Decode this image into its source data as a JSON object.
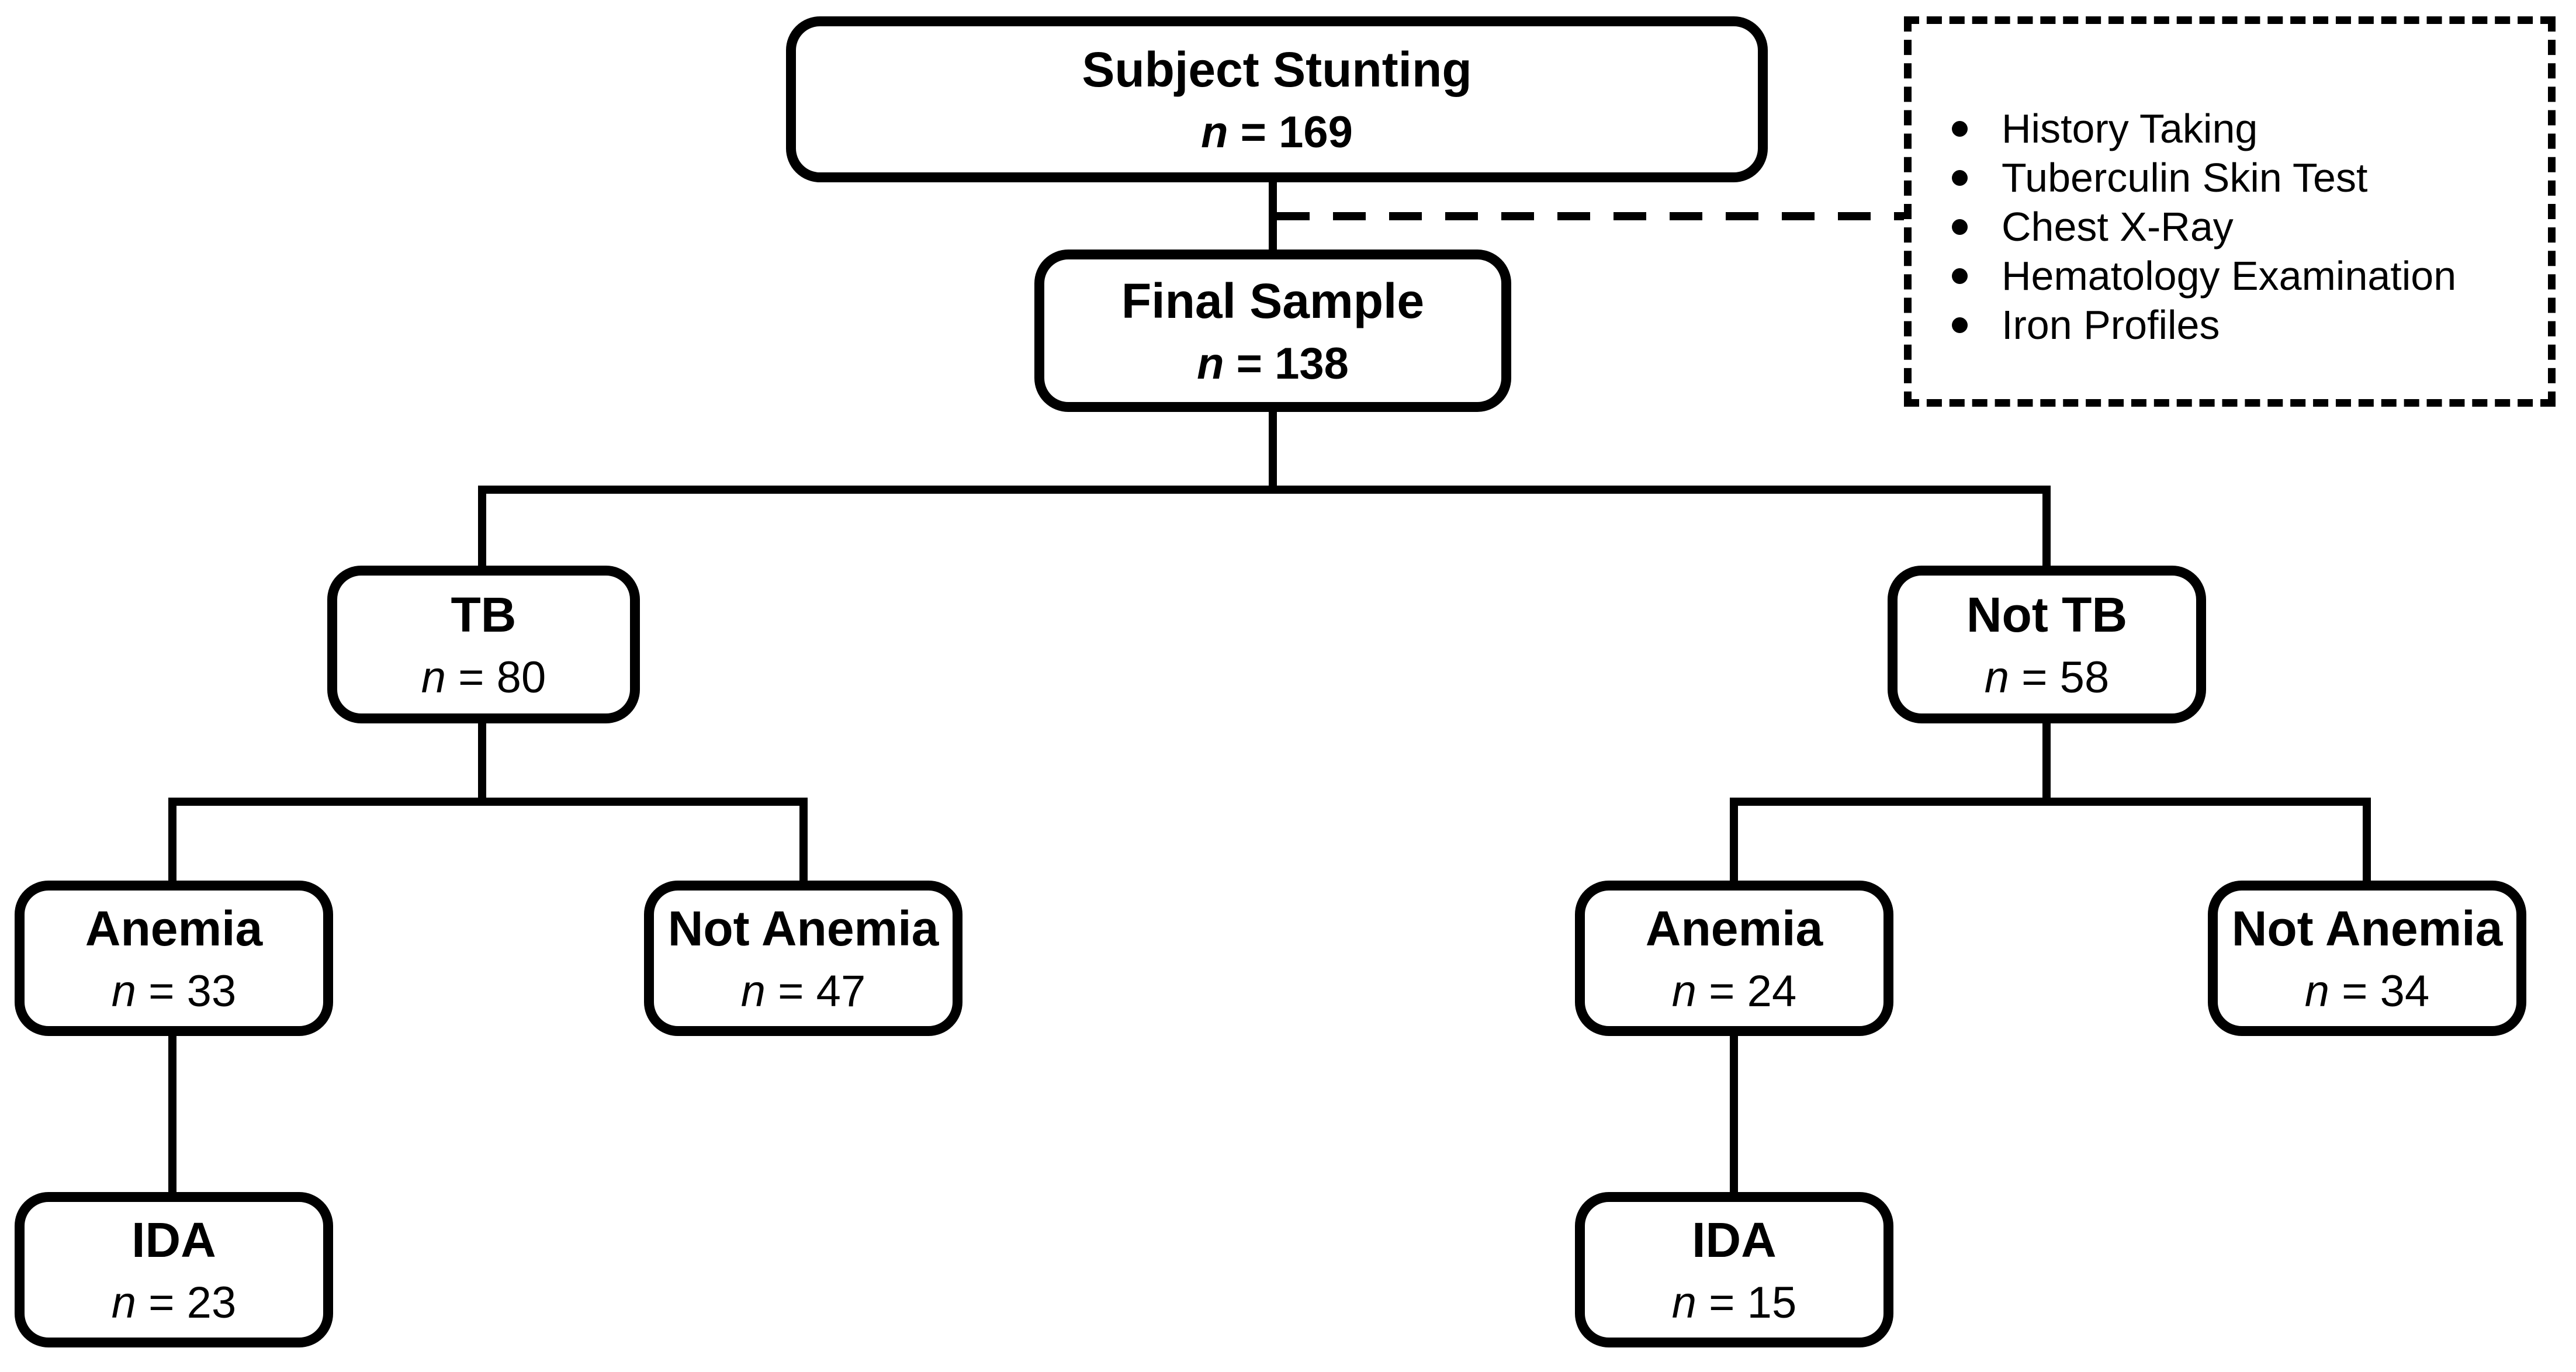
{
  "diagram": {
    "type": "study-flowchart",
    "colors": {
      "line": "#000000",
      "background": "#ffffff",
      "text": "#000000"
    },
    "nodes": [
      {
        "id": "subject-stunting",
        "title": "Subject Stunting",
        "n_var": "n",
        "n_rest": " = 169"
      },
      {
        "id": "final-sample",
        "title": "Final Sample",
        "n_var": "n",
        "n_rest": " = 138"
      },
      {
        "id": "tb",
        "title": "TB",
        "n_var": "n",
        "n_rest": " = 80"
      },
      {
        "id": "not-tb",
        "title": "Not TB",
        "n_var": "n",
        "n_rest": " = 58"
      },
      {
        "id": "anemia-tb",
        "title": "Anemia",
        "n_var": "n",
        "n_rest": " = 33"
      },
      {
        "id": "not-anemia-tb",
        "title": "Not Anemia",
        "n_var": "n",
        "n_rest": " = 47"
      },
      {
        "id": "anemia-not-tb",
        "title": "Anemia",
        "n_var": "n",
        "n_rest": " = 24"
      },
      {
        "id": "not-anemia-not-tb",
        "title": "Not Anemia",
        "n_var": "n",
        "n_rest": " = 34"
      },
      {
        "id": "ida-tb",
        "title": "IDA",
        "n_var": "n",
        "n_rest": " = 23"
      },
      {
        "id": "ida-not-tb",
        "title": "IDA",
        "n_var": "n",
        "n_rest": " = 15"
      }
    ],
    "procedures": {
      "items": [
        "History Taking",
        "Tuberculin Skin Test",
        "Chest X-Ray",
        "Hematology Examination",
        "Iron Profiles"
      ]
    }
  }
}
